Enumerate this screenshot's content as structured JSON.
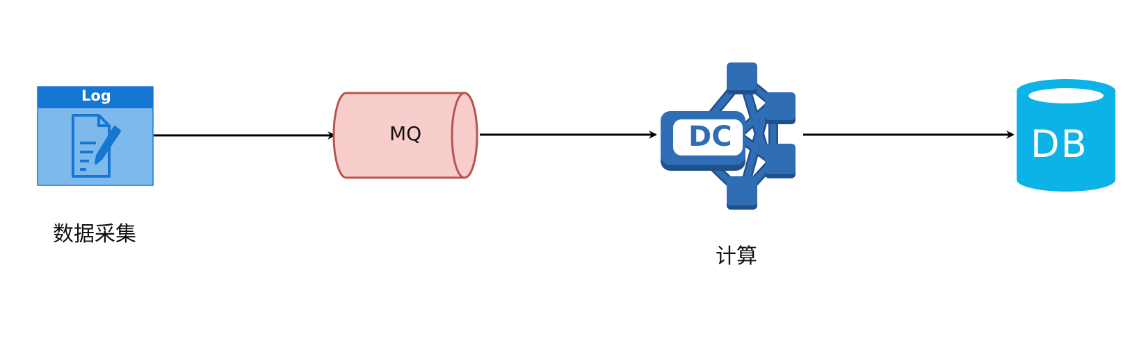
{
  "nodes": {
    "log": {
      "title": "Log",
      "label": "数据采集"
    },
    "mq": {
      "label": "MQ"
    },
    "compute": {
      "badge": "DC",
      "label": "计算"
    },
    "db": {
      "label": "DB"
    }
  },
  "colors": {
    "log_header": "#1677d2",
    "log_body": "#7eb9ec",
    "log_icon": "#1677d2",
    "mq_fill": "#f8cecc",
    "mq_stroke": "#b85450",
    "dc_blue": "#2f6db5",
    "dc_dark": "#204f8a",
    "db_fill": "#0bb3e6",
    "arrow": "#000000"
  }
}
